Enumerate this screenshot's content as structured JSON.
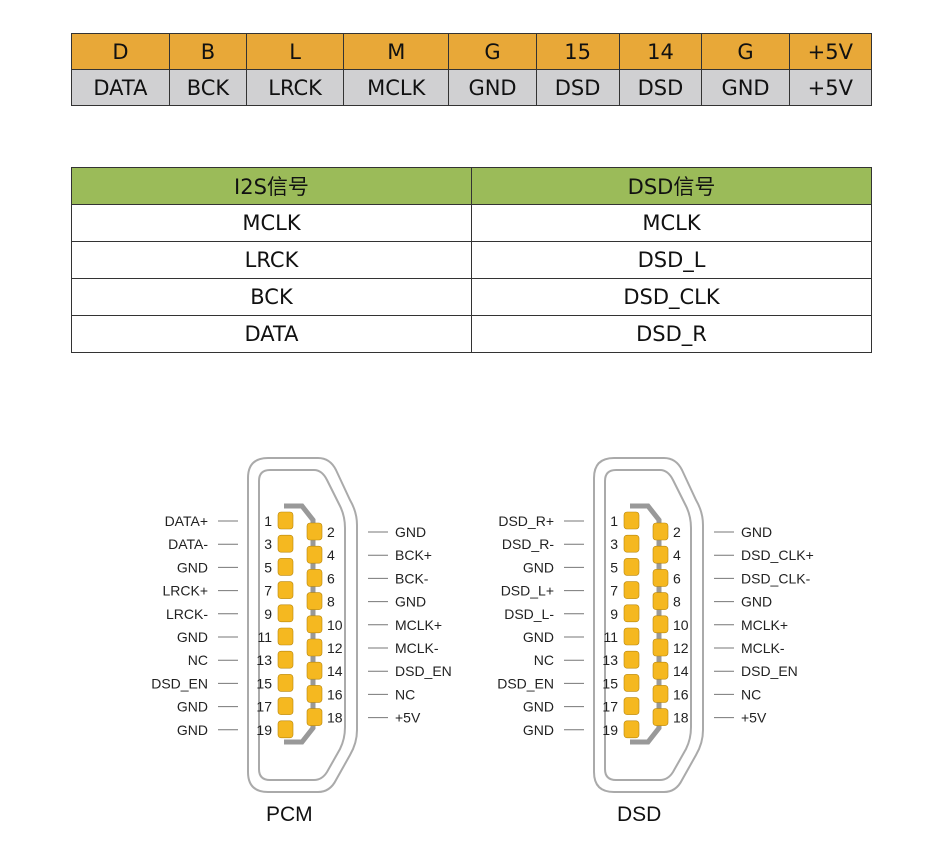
{
  "pin_table": {
    "codes": [
      "D",
      "B",
      "L",
      "M",
      "G",
      "15",
      "14",
      "G",
      "+5V"
    ],
    "signals": [
      "DATA",
      "BCK",
      "LRCK",
      "MCLK",
      "GND",
      "DSD",
      "DSD",
      "GND",
      "+5V"
    ]
  },
  "signal_table": {
    "headers": [
      "I2S信号",
      "DSD信号"
    ],
    "rows": [
      [
        "MCLK",
        "MCLK"
      ],
      [
        "LRCK",
        "DSD_L"
      ],
      [
        "BCK",
        "DSD_CLK"
      ],
      [
        "DATA",
        "DSD_R"
      ]
    ]
  },
  "connectors": [
    {
      "caption": "PCM",
      "odd": [
        "DATA+",
        "DATA-",
        "GND",
        "LRCK+",
        "LRCK-",
        "GND",
        "NC",
        "DSD_EN",
        "GND",
        "GND"
      ],
      "even": [
        "GND",
        "BCK+",
        "BCK-",
        "GND",
        "MCLK+",
        "MCLK-",
        "DSD_EN",
        "NC",
        "+5V"
      ]
    },
    {
      "caption": "DSD",
      "odd": [
        "DSD_R+",
        "DSD_R-",
        "GND",
        "DSD_L+",
        "DSD_L-",
        "GND",
        "NC",
        "DSD_EN",
        "GND",
        "GND"
      ],
      "even": [
        "GND",
        "DSD_CLK+",
        "DSD_CLK-",
        "GND",
        "MCLK+",
        "MCLK-",
        "DSD_EN",
        "NC",
        "+5V"
      ]
    }
  ],
  "colors": {
    "orange": "#e8a838",
    "gray": "#d0d0d2",
    "green": "#9bbb59",
    "pin": "#f5b820"
  }
}
